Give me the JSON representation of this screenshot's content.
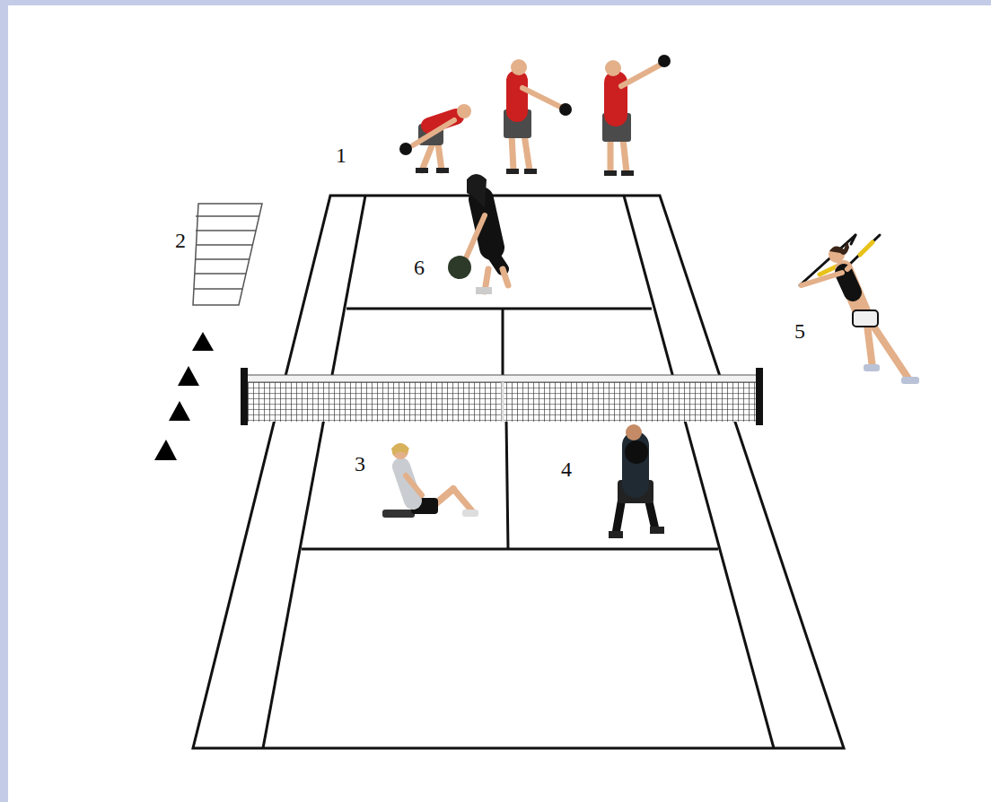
{
  "diagram": {
    "labels": [
      "1",
      "2",
      "6",
      "5",
      "3",
      "4"
    ]
  }
}
